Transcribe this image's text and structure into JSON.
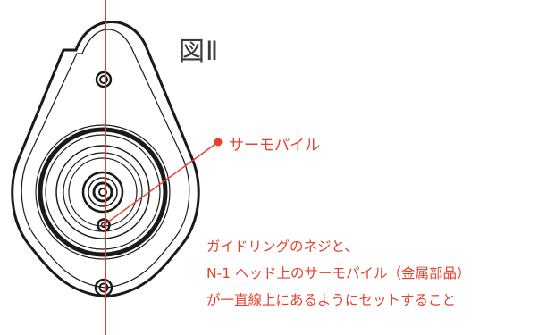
{
  "figure": {
    "title": "図Ⅱ",
    "callout_label": "サーモパイル",
    "instructions": [
      "ガイドリングのネジと、",
      "N-1 ヘッド上のサーモパイル（金属部品）",
      "が一直線上にあるようにセットすること"
    ]
  },
  "colors": {
    "outline": "#1a1a1a",
    "annotation": "#e8412c",
    "title_text": "#3a3a3a"
  }
}
